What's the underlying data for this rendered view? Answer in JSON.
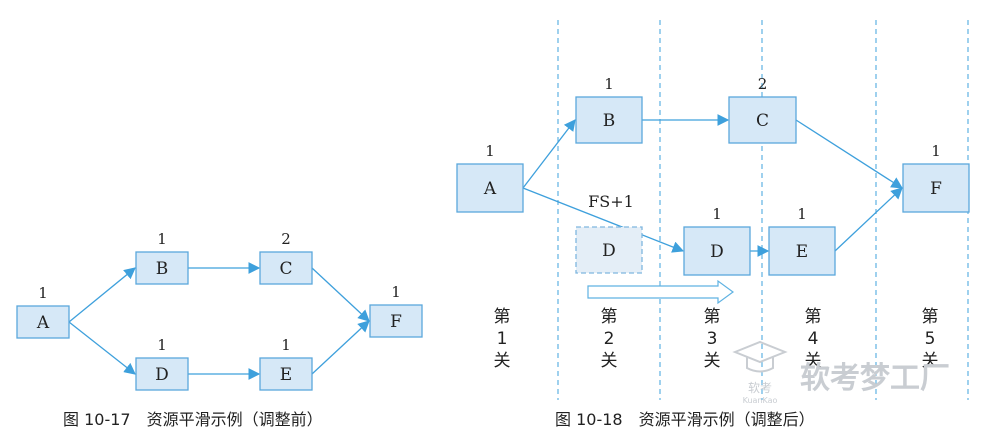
{
  "left": {
    "caption": "图 10-17　资源平滑示例（调整前）",
    "nodes": [
      {
        "id": "A",
        "label": "A",
        "res": "1"
      },
      {
        "id": "B",
        "label": "B",
        "res": "1"
      },
      {
        "id": "C",
        "label": "C",
        "res": "2"
      },
      {
        "id": "D",
        "label": "D",
        "res": "1"
      },
      {
        "id": "E",
        "label": "E",
        "res": "1"
      },
      {
        "id": "F",
        "label": "F",
        "res": "1"
      }
    ],
    "edges": [
      [
        "A",
        "B"
      ],
      [
        "A",
        "D"
      ],
      [
        "B",
        "C"
      ],
      [
        "D",
        "E"
      ],
      [
        "C",
        "F"
      ],
      [
        "E",
        "F"
      ]
    ]
  },
  "right": {
    "caption": "图 10-18　资源平滑示例（调整后）",
    "lag_label": "FS+1",
    "nodes": [
      {
        "id": "A",
        "label": "A",
        "res": "1"
      },
      {
        "id": "B",
        "label": "B",
        "res": "1"
      },
      {
        "id": "C",
        "label": "C",
        "res": "2"
      },
      {
        "id": "D0",
        "label": "D",
        "res": "",
        "ghost": true
      },
      {
        "id": "D",
        "label": "D",
        "res": "1"
      },
      {
        "id": "E",
        "label": "E",
        "res": "1"
      },
      {
        "id": "F",
        "label": "F",
        "res": "1"
      }
    ],
    "edges": [
      [
        "A",
        "B"
      ],
      [
        "A",
        "D"
      ],
      [
        "B",
        "C"
      ],
      [
        "D",
        "E"
      ],
      [
        "C",
        "F"
      ],
      [
        "E",
        "F"
      ]
    ],
    "phases": [
      [
        "第",
        "1",
        "关"
      ],
      [
        "第",
        "2",
        "关"
      ],
      [
        "第",
        "3",
        "关"
      ],
      [
        "第",
        "4",
        "关"
      ],
      [
        "第",
        "5",
        "关"
      ]
    ]
  },
  "watermark": {
    "main": "软考梦工厂",
    "badge": "软考",
    "sub": "KuanKao"
  },
  "colors": {
    "node_fill": "#d6e8f7",
    "node_stroke": "#5aa8dc",
    "edge": "#3ea0dc",
    "guide": "#5fb2e2"
  }
}
